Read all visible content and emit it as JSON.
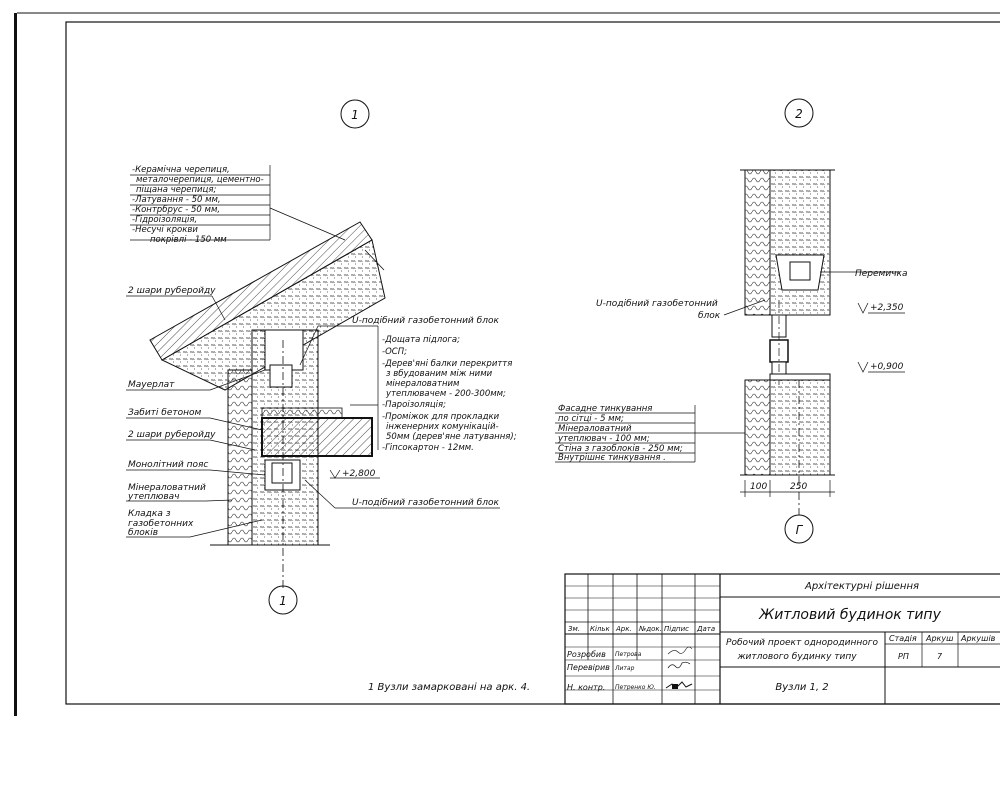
{
  "node_markers": {
    "left_top": "1",
    "left_bottom": "1",
    "right_top": "2",
    "right_bottom": "Г"
  },
  "node1": {
    "roof_layers": [
      "-Керамічна черепиця,",
      "металочерепиця, цементно-",
      "піщана черепиця;",
      "-Латування - 50 мм,",
      "-Контрбрус - 50 мм,",
      "-Гідроізоляція,",
      "-Несучі крокви",
      "покрівлі - 150 мм"
    ],
    "floor_layers": [
      "-Дощата підлога;",
      "-ОСП;",
      "-Дерев'яні балки перекриття",
      "з вбудованим між ними",
      "мінераловатним",
      "утеплювачем - 200-300мм;",
      "-Пароізоляція;",
      "-Проміжок для прокладки",
      "інженерних комунікацій-",
      "50мм (дерев'яне латування);",
      "-Гіпсокартон - 12мм."
    ],
    "label_ruberoid_top": "2 шари руберойду",
    "label_mauerlat": "Мауерлат",
    "label_concrete": "Забиті бетоном",
    "label_ruberoid_mid": "2 шари руберойду",
    "label_belt": "Монолітний пояс",
    "label_wool_1": "Мінераловатний",
    "label_wool_2": "утеплювач",
    "label_masonry_1": "Кладка з",
    "label_masonry_2": "газобетонних",
    "label_masonry_3": "блоків",
    "label_ublock_top": "U-подібний газобетонний блок",
    "label_ublock_bottom": "U-подібний газобетонний блок",
    "level": "+2,800"
  },
  "node2": {
    "label_lintel": "Перемичка",
    "label_ublock_1": "U-подібний газобетонний",
    "label_ublock_2": "блок",
    "level_top": "+2,350",
    "level_bottom": "+0,900",
    "wall_layers": [
      "Фасадне тинкування",
      "по сітці - 5 мм;",
      "Мінераловатний",
      "утеплювач - 100 мм;",
      "Стіна з газоблоків - 250 мм;",
      "Внутрішнє тинкування ."
    ],
    "dim_1": "100",
    "dim_2": "250"
  },
  "note": "1 Вузли замарковані на арк. 4.",
  "title_block": {
    "section": "Архітектурні рішення",
    "building": "Житловий будинок типу",
    "project_1": "Робочий проект однородинного",
    "project_2": "житлового будинку типу",
    "sheet_title": "Вузли 1, 2",
    "col_zm": "Зм.",
    "col_kilk": "Кільк",
    "col_ark": "Арк.",
    "col_doc": "№док.",
    "col_sign": "Підпис",
    "col_date": "Дата",
    "row_developed": "Розробив",
    "name_developed": "Петрова",
    "row_checked": "Перевірив",
    "name_checked": "Литар",
    "row_control": "Н. контр.",
    "name_control": "Петренко Ю.",
    "stage_label": "Стадія",
    "sheet_label": "Аркуш",
    "sheets_label": "Аркушів",
    "stage_value": "РП",
    "sheet_value": "7"
  }
}
